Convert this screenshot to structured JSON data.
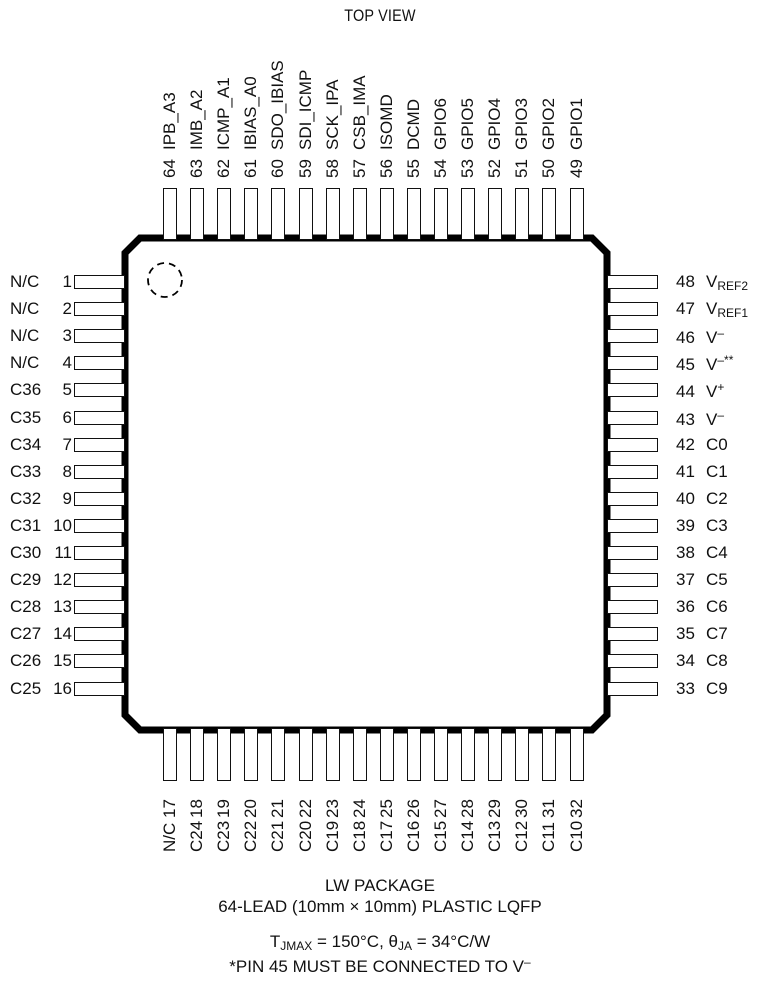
{
  "title": "TOP VIEW",
  "package": {
    "name": "LW PACKAGE",
    "description": "64-LEAD (10mm × 10mm) PLASTIC LQFP",
    "thermal": {
      "tjmax_label": "T",
      "tjmax_sub": "JMAX",
      "tjmax_value": " = 150°C, ",
      "theta_label": "θ",
      "theta_sub": "JA",
      "theta_value": " = 34°C/W"
    },
    "footnote": "*PIN 45 MUST BE CONNECTED TO V",
    "footnote_sup": "–"
  },
  "pins": {
    "left": [
      {
        "num": "1",
        "name": "N/C"
      },
      {
        "num": "2",
        "name": "N/C"
      },
      {
        "num": "3",
        "name": "N/C"
      },
      {
        "num": "4",
        "name": "N/C"
      },
      {
        "num": "5",
        "name": "C36"
      },
      {
        "num": "6",
        "name": "C35"
      },
      {
        "num": "7",
        "name": "C34"
      },
      {
        "num": "8",
        "name": "C33"
      },
      {
        "num": "9",
        "name": "C32"
      },
      {
        "num": "10",
        "name": "C31"
      },
      {
        "num": "11",
        "name": "C30"
      },
      {
        "num": "12",
        "name": "C29"
      },
      {
        "num": "13",
        "name": "C28"
      },
      {
        "num": "14",
        "name": "C27"
      },
      {
        "num": "15",
        "name": "C26"
      },
      {
        "num": "16",
        "name": "C25"
      }
    ],
    "bottom": [
      {
        "num": "17",
        "name": "N/C"
      },
      {
        "num": "18",
        "name": "C24"
      },
      {
        "num": "19",
        "name": "C23"
      },
      {
        "num": "20",
        "name": "C22"
      },
      {
        "num": "21",
        "name": "C21"
      },
      {
        "num": "22",
        "name": "C20"
      },
      {
        "num": "23",
        "name": "C19"
      },
      {
        "num": "24",
        "name": "C18"
      },
      {
        "num": "25",
        "name": "C17"
      },
      {
        "num": "26",
        "name": "C16"
      },
      {
        "num": "27",
        "name": "C15"
      },
      {
        "num": "28",
        "name": "C14"
      },
      {
        "num": "29",
        "name": "C13"
      },
      {
        "num": "30",
        "name": "C12"
      },
      {
        "num": "31",
        "name": "C11"
      },
      {
        "num": "32",
        "name": "C10"
      }
    ],
    "right": [
      {
        "num": "48",
        "name": "V",
        "sub": "REF2",
        "sup": ""
      },
      {
        "num": "47",
        "name": "V",
        "sub": "REF1",
        "sup": ""
      },
      {
        "num": "46",
        "name": "V",
        "sub": "",
        "sup": "–"
      },
      {
        "num": "45",
        "name": "V",
        "sub": "",
        "sup": "–**"
      },
      {
        "num": "44",
        "name": "V",
        "sub": "",
        "sup": "+"
      },
      {
        "num": "43",
        "name": "V",
        "sub": "",
        "sup": "–"
      },
      {
        "num": "42",
        "name": "C0",
        "sub": "",
        "sup": ""
      },
      {
        "num": "41",
        "name": "C1",
        "sub": "",
        "sup": ""
      },
      {
        "num": "40",
        "name": "C2",
        "sub": "",
        "sup": ""
      },
      {
        "num": "39",
        "name": "C3",
        "sub": "",
        "sup": ""
      },
      {
        "num": "38",
        "name": "C4",
        "sub": "",
        "sup": ""
      },
      {
        "num": "37",
        "name": "C5",
        "sub": "",
        "sup": ""
      },
      {
        "num": "36",
        "name": "C6",
        "sub": "",
        "sup": ""
      },
      {
        "num": "35",
        "name": "C7",
        "sub": "",
        "sup": ""
      },
      {
        "num": "34",
        "name": "C8",
        "sub": "",
        "sup": ""
      },
      {
        "num": "33",
        "name": "C9",
        "sub": "",
        "sup": ""
      }
    ],
    "top": [
      {
        "num": "64",
        "name": "IPB_A3"
      },
      {
        "num": "63",
        "name": "IMB_A2"
      },
      {
        "num": "62",
        "name": "ICMP_A1"
      },
      {
        "num": "61",
        "name": "IBIAS_A0"
      },
      {
        "num": "60",
        "name": "SDO_IBIAS"
      },
      {
        "num": "59",
        "name": "SDI_ICMP"
      },
      {
        "num": "58",
        "name": "SCK_IPA"
      },
      {
        "num": "57",
        "name": "CSB_IMA"
      },
      {
        "num": "56",
        "name": "ISOMD"
      },
      {
        "num": "55",
        "name": "DCMD"
      },
      {
        "num": "54",
        "name": "GPIO6"
      },
      {
        "num": "53",
        "name": "GPIO5"
      },
      {
        "num": "52",
        "name": "GPIO4"
      },
      {
        "num": "51",
        "name": "GPIO3"
      },
      {
        "num": "50",
        "name": "GPIO2"
      },
      {
        "num": "49",
        "name": "GPIO1"
      }
    ]
  }
}
